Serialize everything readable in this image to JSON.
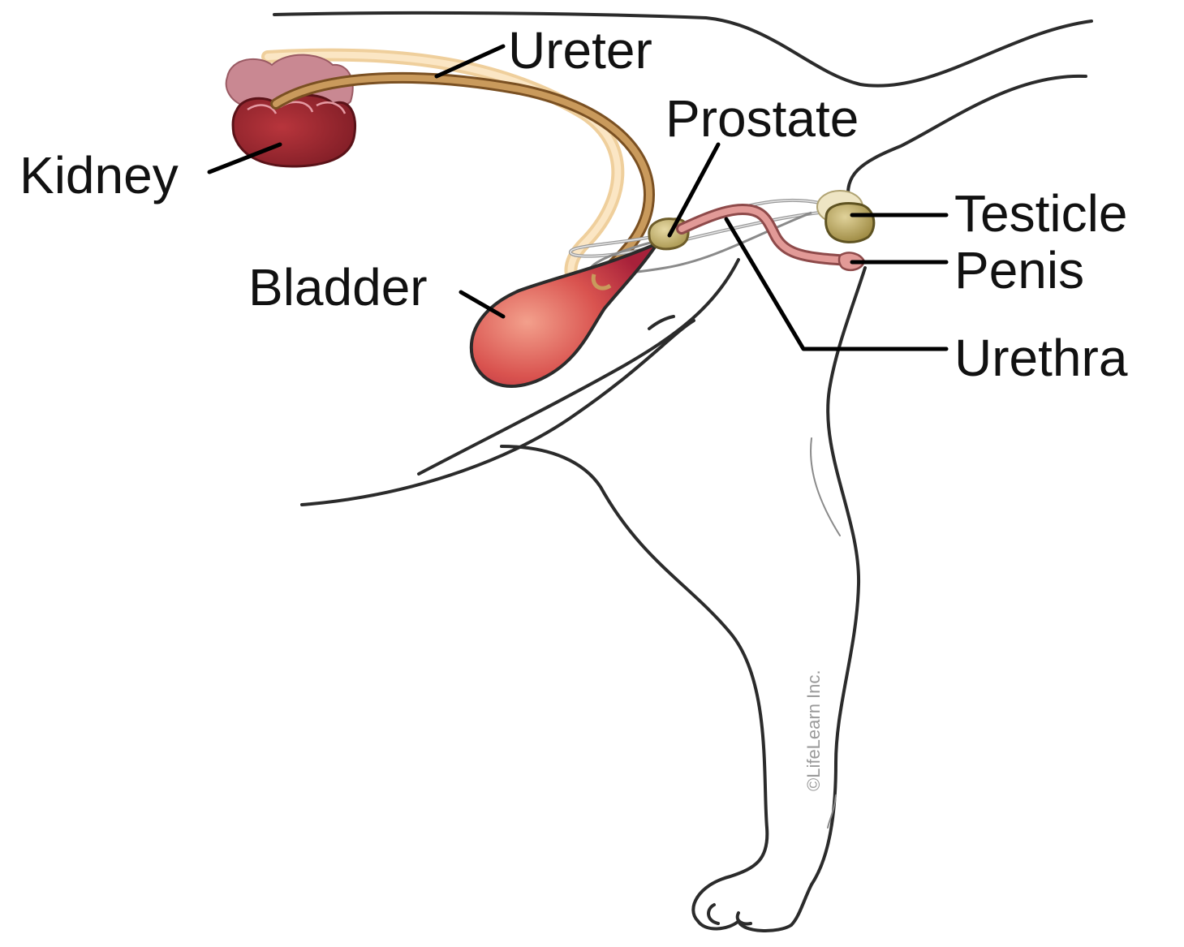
{
  "labels": {
    "ureter": "Ureter",
    "kidney": "Kidney",
    "prostate": "Prostate",
    "bladder": "Bladder",
    "testicle": "Testicle",
    "penis": "Penis",
    "urethra": "Urethra"
  },
  "watermark": "©LifeLearn Inc.",
  "colors": {
    "kidney": "#9b2430",
    "kidney_back": "#c98892",
    "bladder": "#c0392b",
    "bladder_highlight": "#f08a7a",
    "ureter": "#b88a4a",
    "ureter_back": "#efcf9c",
    "prostate": "#c9b57a",
    "testicle": "#b9a45a",
    "urethra": "#d9807f",
    "outline": "#2b2b2b"
  }
}
